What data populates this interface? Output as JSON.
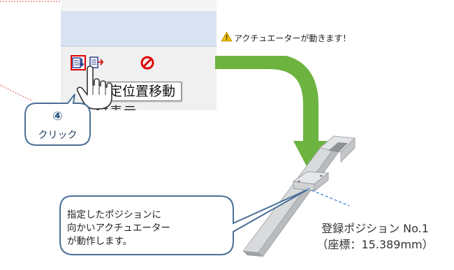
{
  "screenshot": {
    "tooltip_text": "定位置移動",
    "clipped_text": "付表示"
  },
  "callout_click": {
    "number": "④",
    "label": "クリック"
  },
  "warning": {
    "text": "アクチュエーターが動きます！",
    "color": "#f2c200"
  },
  "note": {
    "line1": "指定したポジションに",
    "line2": "向かいアクチュエーター",
    "line3": "が動作します。"
  },
  "position": {
    "label": "登録ポジション No.1",
    "coord": "（座標：15.389mm）"
  },
  "colors": {
    "arrow": "#6db33f",
    "callout_border": "#4a6f96",
    "highlight": "#e00000",
    "dashed_link": "#e05050",
    "dashed_pointer": "#4a90d9"
  }
}
